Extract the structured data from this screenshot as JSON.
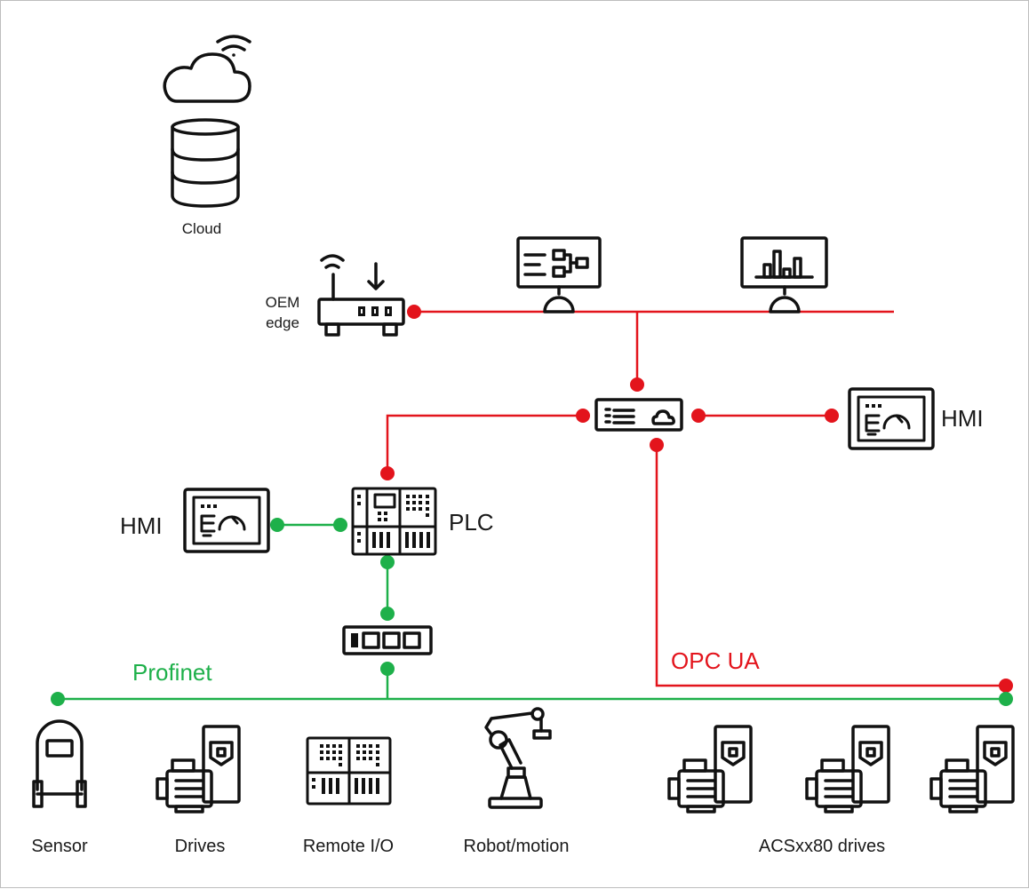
{
  "labels": {
    "cloud": "Cloud",
    "oem_edge_line1": "OEM",
    "oem_edge_line2": "edge",
    "hmi_right": "HMI",
    "hmi_left": "HMI",
    "plc": "PLC",
    "profinet": "Profinet",
    "opc_ua": "OPC UA",
    "sensor": "Sensor",
    "drives": "Drives",
    "remote_io": "Remote I/O",
    "robot_motion": "Robot/motion",
    "acs_drives": "ACSxx80 drives"
  },
  "colors": {
    "opc_ua": "#e3141c",
    "profinet": "#1eb04a",
    "icon": "#111111",
    "text": "#1a1a1a"
  },
  "icons": [
    "wifi-icon",
    "cloud-icon",
    "database-icon",
    "router-icon",
    "process-monitor-icon",
    "analytics-monitor-icon",
    "gateway-icon",
    "hmi-panel-icon",
    "plc-icon",
    "io-module-icon",
    "sensor-icon",
    "drive-motor-icon",
    "remote-io-icon",
    "robot-arm-icon"
  ]
}
